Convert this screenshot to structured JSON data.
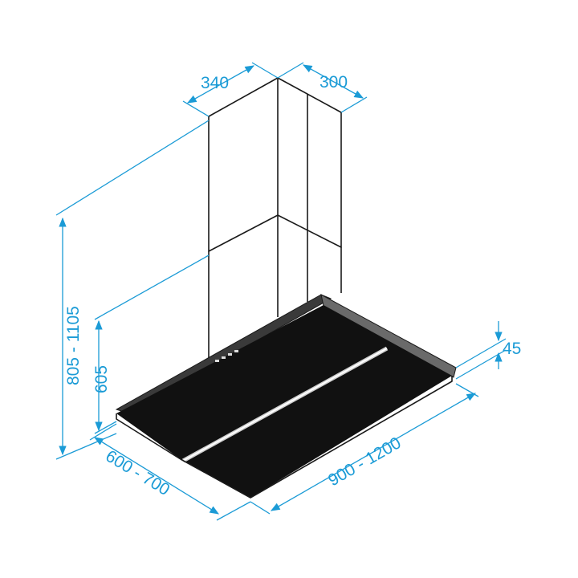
{
  "colors": {
    "dimension_line": "#1b9bd6",
    "outline": "#1a1a1a",
    "glass_panel": "#111111",
    "trim": "#4a4a4a"
  },
  "dimensions": {
    "chimney_left_depth": "340",
    "chimney_right_depth": "300",
    "total_height": "805 - 1105",
    "chimney_height": "605",
    "canopy_thickness": "45",
    "canopy_depth": "600 - 700",
    "canopy_width": "900 - 1200"
  }
}
